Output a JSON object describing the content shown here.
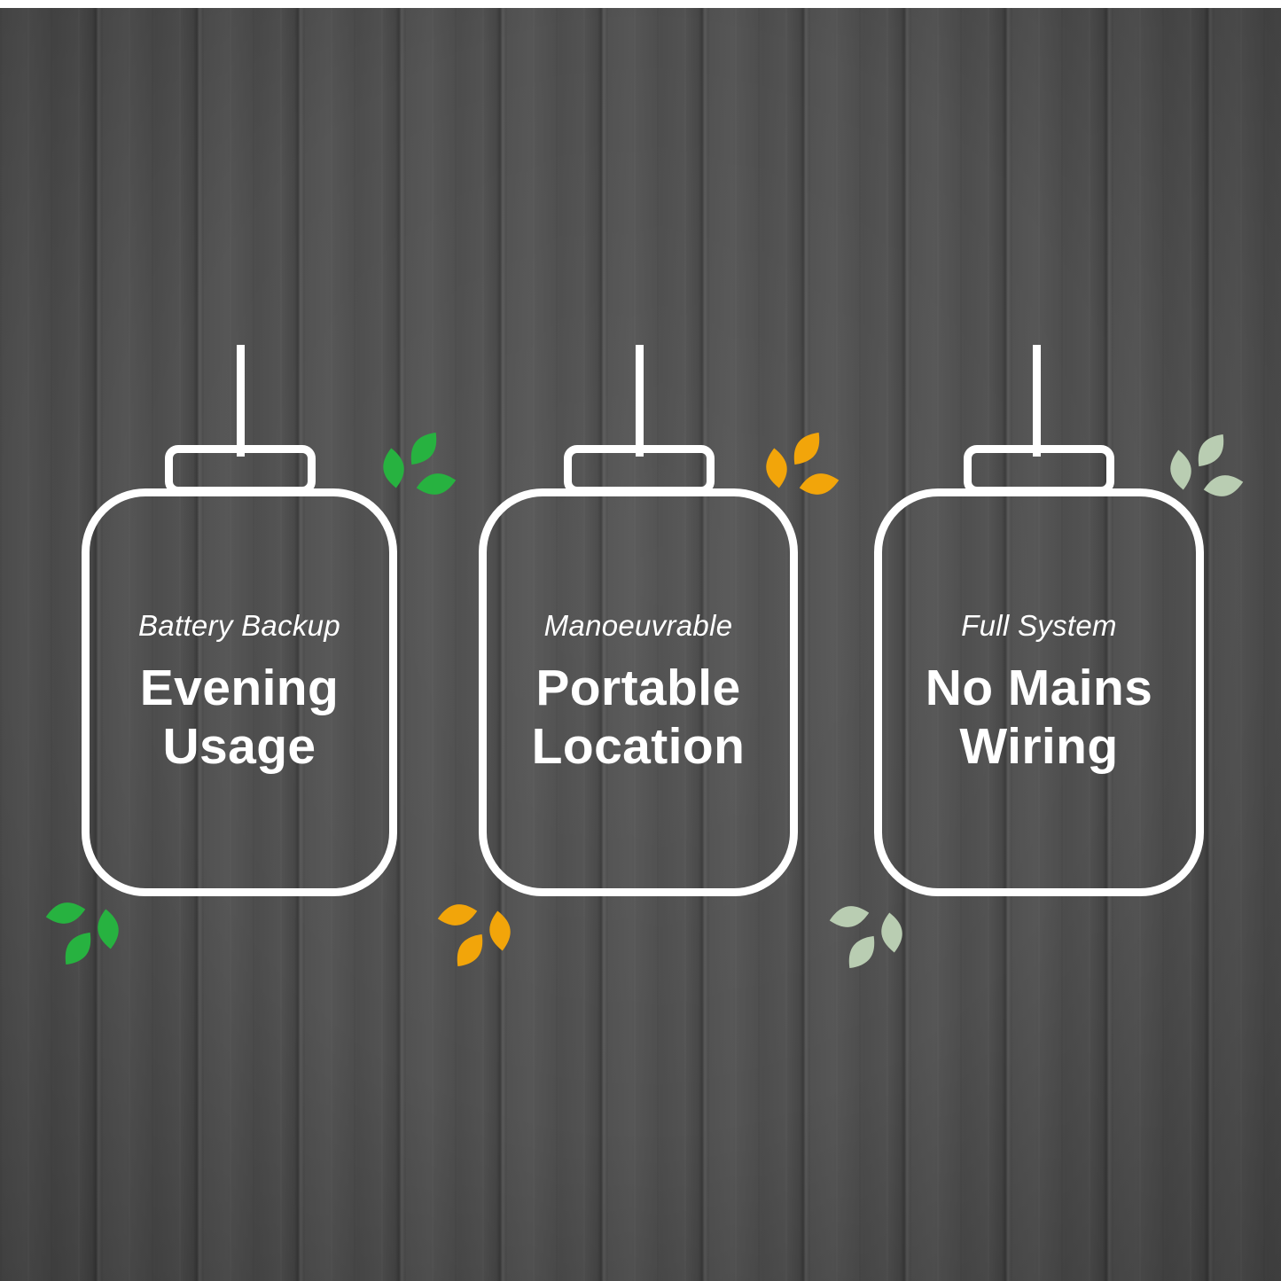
{
  "scene": {
    "description": "Three hanging lantern-shaped feature cards on a dark wood background",
    "rail": "hanging-rail"
  },
  "colors": {
    "white": "#ffffff",
    "wood_base": "#4f4f4f",
    "green": "#27b240",
    "orange": "#f2a50a",
    "sage": "#b9cdb2"
  },
  "cards": [
    {
      "subtitle": "Battery Backup",
      "title": [
        "Evening",
        "Usage"
      ],
      "leaf_color": "#27b240"
    },
    {
      "subtitle": "Manoeuvrable",
      "title": [
        "Portable",
        "Location"
      ],
      "leaf_color": "#f2a50a"
    },
    {
      "subtitle": "Full System",
      "title": [
        "No Mains",
        "Wiring"
      ],
      "leaf_color": "#b9cdb2"
    }
  ]
}
